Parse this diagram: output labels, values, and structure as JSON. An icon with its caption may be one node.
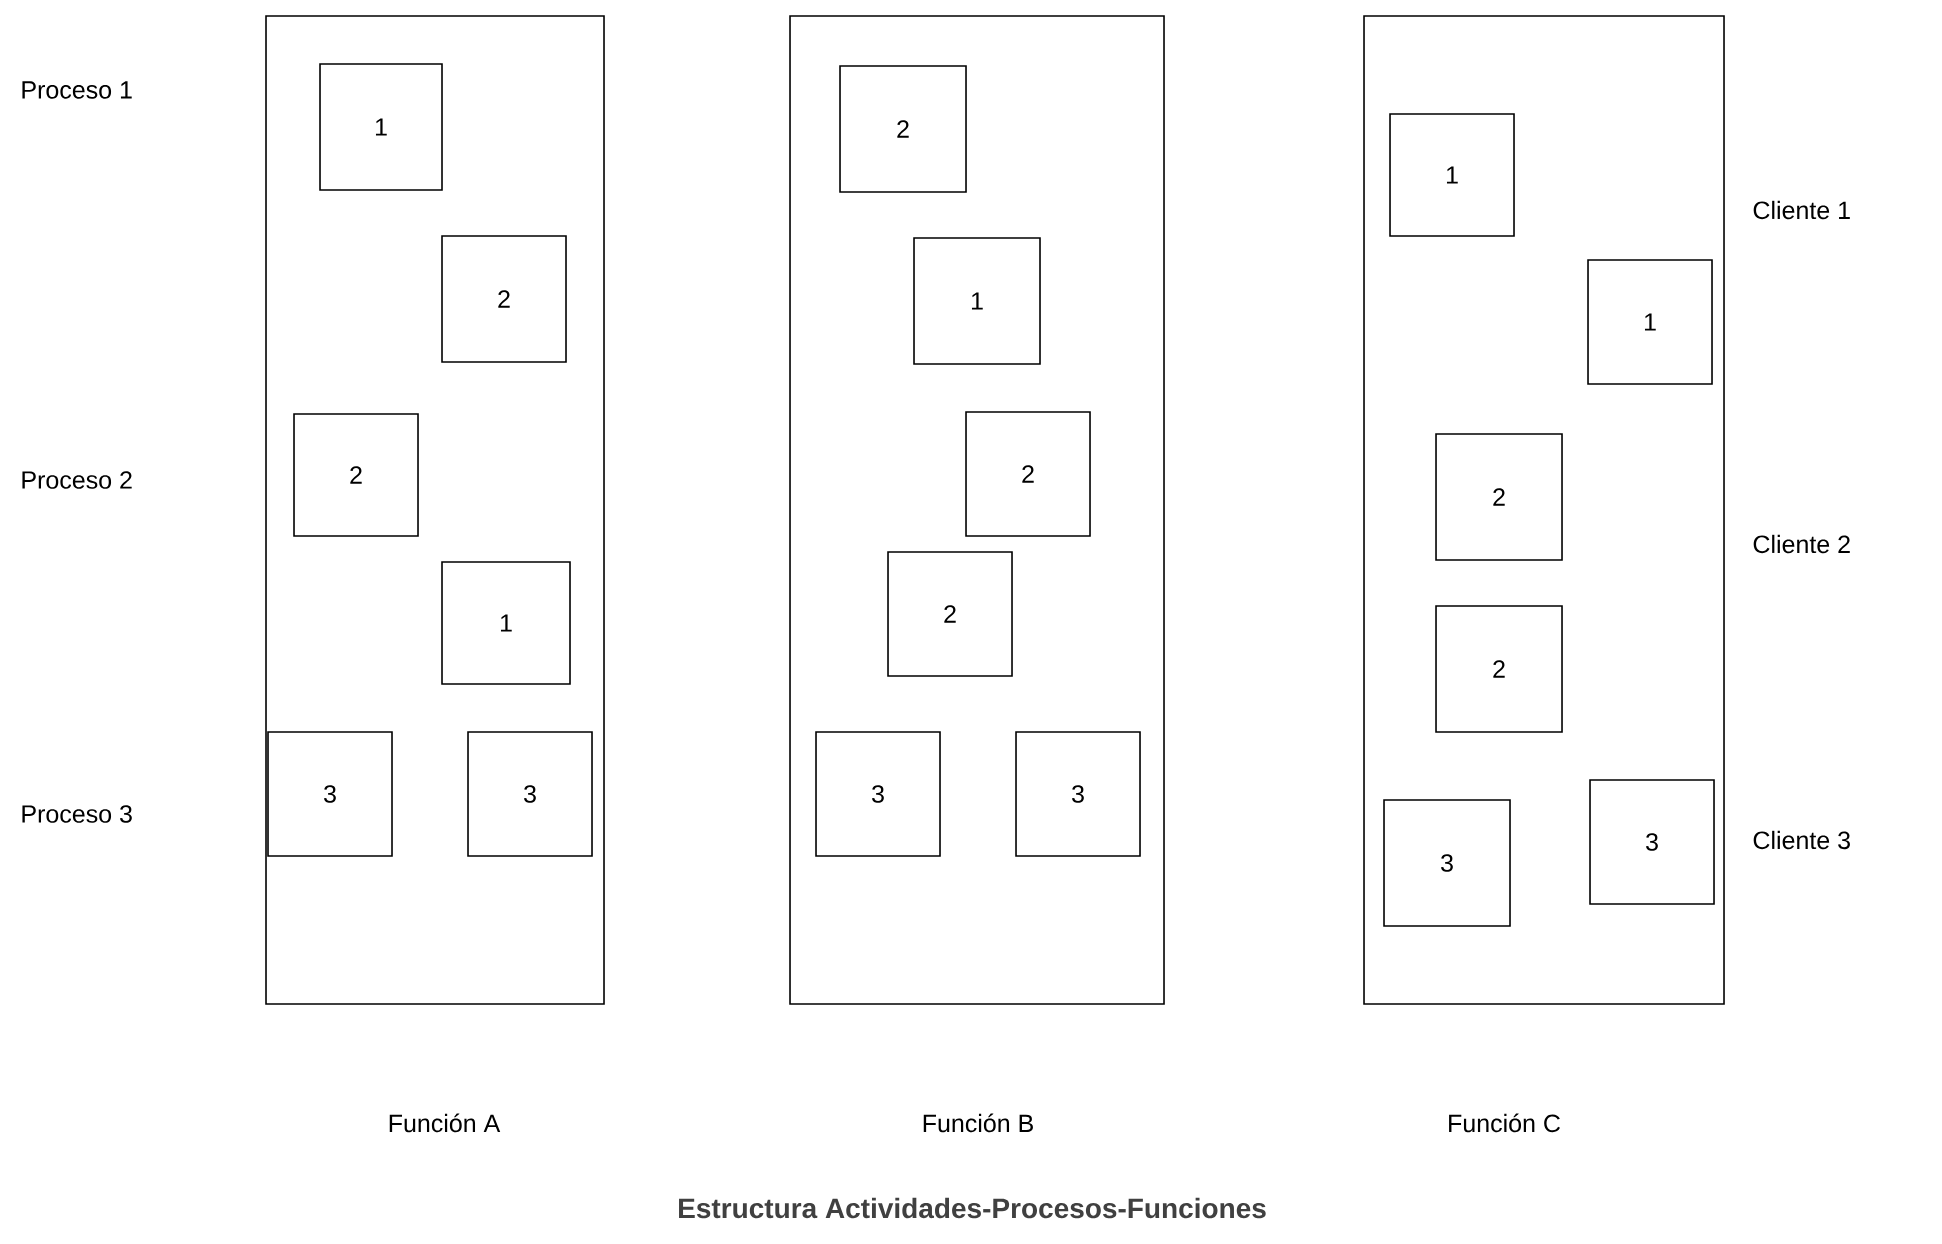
{
  "diagram": {
    "caption": "Estructura Actividades-Procesos-Funciones",
    "nodes": [
      {
        "text": [
          "Función A"
        ]
      },
      {
        "text": [
          "1"
        ],
        "in": 0
      },
      {
        "text": [
          "2"
        ],
        "in": 0
      },
      {
        "text": [
          "2"
        ],
        "in": 0
      },
      {
        "text": [
          "1"
        ],
        "in": 0
      },
      {
        "text": [
          "3"
        ],
        "in": 0
      },
      {
        "text": [
          "3"
        ],
        "in": 0
      },
      {
        "text": [
          "Función B"
        ]
      },
      {
        "text": [
          "2"
        ],
        "in": 7
      },
      {
        "text": [
          "1"
        ],
        "in": 7
      },
      {
        "text": [
          "2"
        ],
        "in": 7
      },
      {
        "text": [
          "2"
        ],
        "in": 7
      },
      {
        "text": [
          "3"
        ],
        "in": 7
      },
      {
        "text": [
          "3"
        ],
        "in": 7
      },
      {
        "text": [
          "Función C"
        ]
      },
      {
        "text": [
          "1"
        ],
        "in": 14
      },
      {
        "text": [
          "1"
        ],
        "in": 14
      },
      {
        "text": [
          "2"
        ],
        "in": 14
      },
      {
        "text": [
          "2"
        ],
        "in": 14
      },
      {
        "text": [
          "3"
        ],
        "in": 14
      },
      {
        "text": [
          "3"
        ],
        "in": 14
      }
    ],
    "edges": [],
    "labels": [
      "Proceso 1",
      "Cliente 1",
      "Proceso 2",
      "Cliente 2",
      "Proceso 3",
      "Cliente 3"
    ]
  }
}
